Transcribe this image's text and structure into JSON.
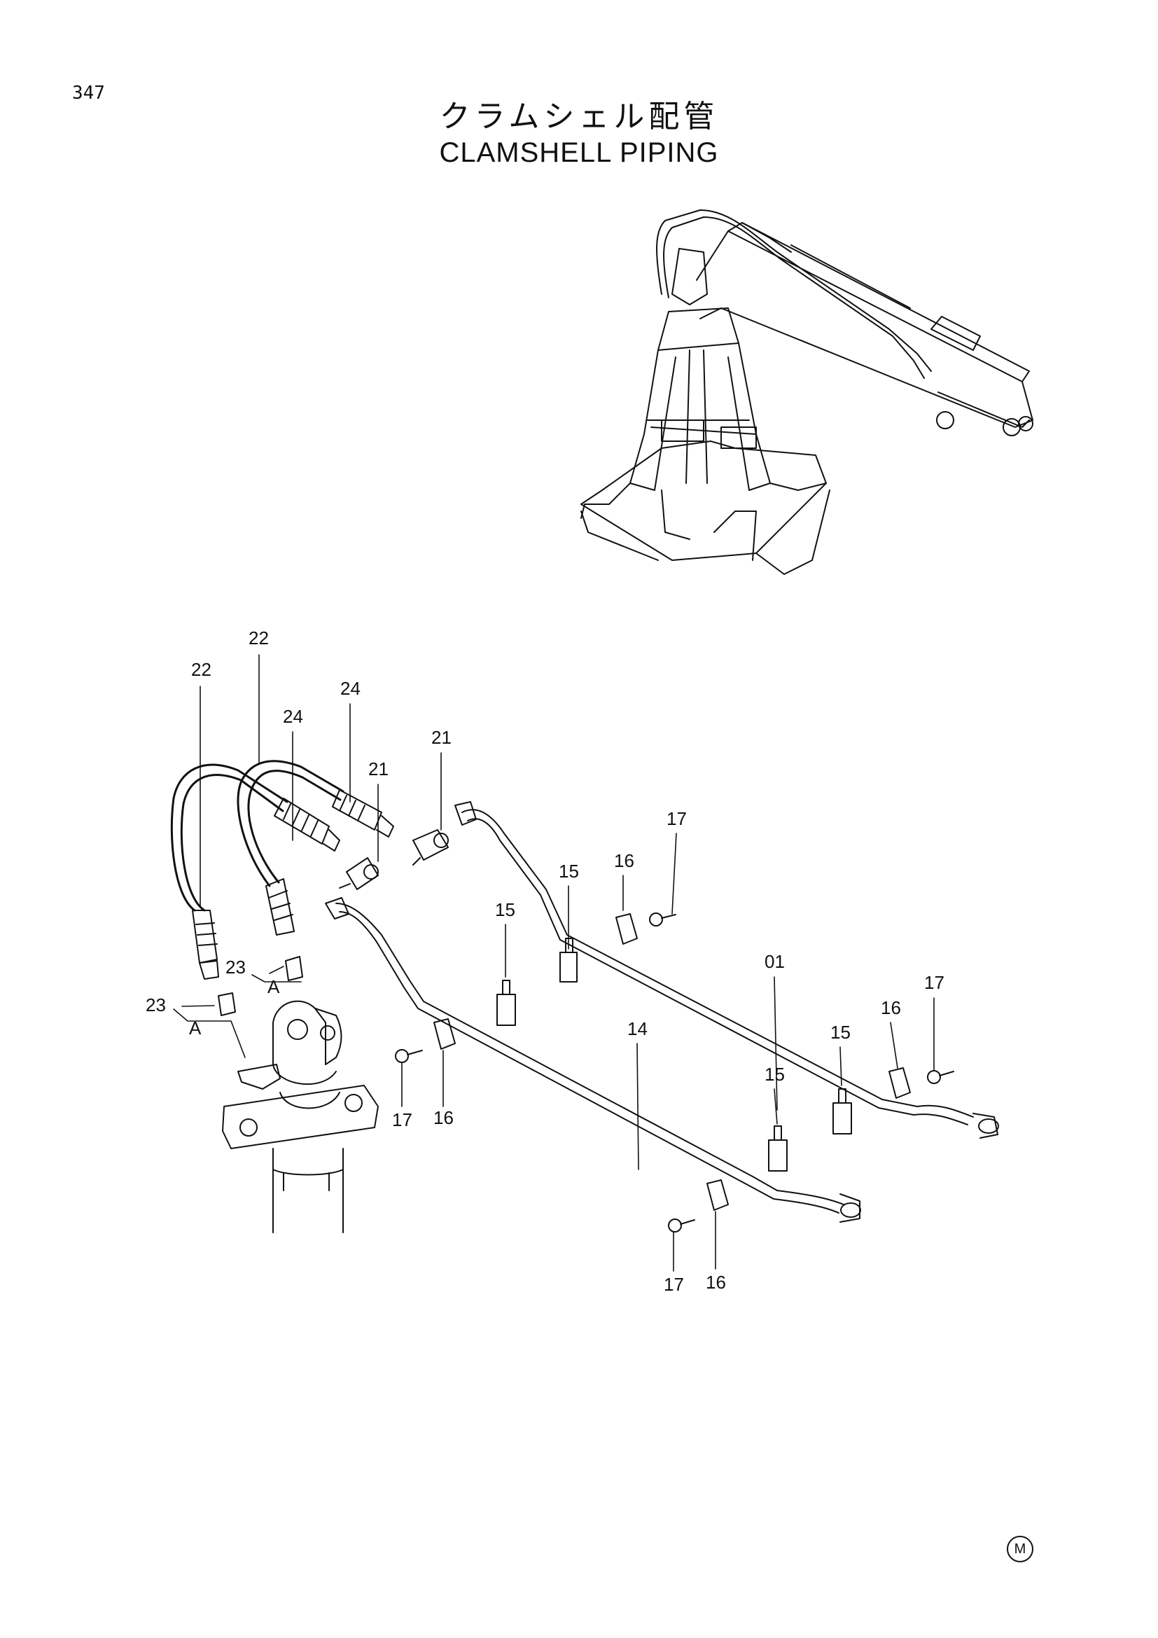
{
  "page": {
    "number": "347"
  },
  "title": {
    "ja": "クラムシェル配管",
    "en": "CLAMSHELL PIPING"
  },
  "callouts": [
    {
      "id": "c-22a",
      "label": "22"
    },
    {
      "id": "c-22b",
      "label": "22"
    },
    {
      "id": "c-24a",
      "label": "24"
    },
    {
      "id": "c-24b",
      "label": "24"
    },
    {
      "id": "c-21a",
      "label": "21"
    },
    {
      "id": "c-21b",
      "label": "21"
    },
    {
      "id": "c-17a",
      "label": "17"
    },
    {
      "id": "c-16a",
      "label": "16"
    },
    {
      "id": "c-15a",
      "label": "15"
    },
    {
      "id": "c-15b",
      "label": "15"
    },
    {
      "id": "c-01",
      "label": "01"
    },
    {
      "id": "c-17b",
      "label": "17"
    },
    {
      "id": "c-16b",
      "label": "16"
    },
    {
      "id": "c-15c",
      "label": "15"
    },
    {
      "id": "c-14",
      "label": "14"
    },
    {
      "id": "c-15d",
      "label": "15"
    },
    {
      "id": "c-23a",
      "label": "23"
    },
    {
      "id": "c-a1",
      "label": "A"
    },
    {
      "id": "c-23b",
      "label": "23"
    },
    {
      "id": "c-a2",
      "label": "A"
    },
    {
      "id": "c-17c",
      "label": "17"
    },
    {
      "id": "c-16c",
      "label": "16"
    },
    {
      "id": "c-17d",
      "label": "17"
    },
    {
      "id": "c-16d",
      "label": "16"
    }
  ],
  "footer_mark": "M"
}
